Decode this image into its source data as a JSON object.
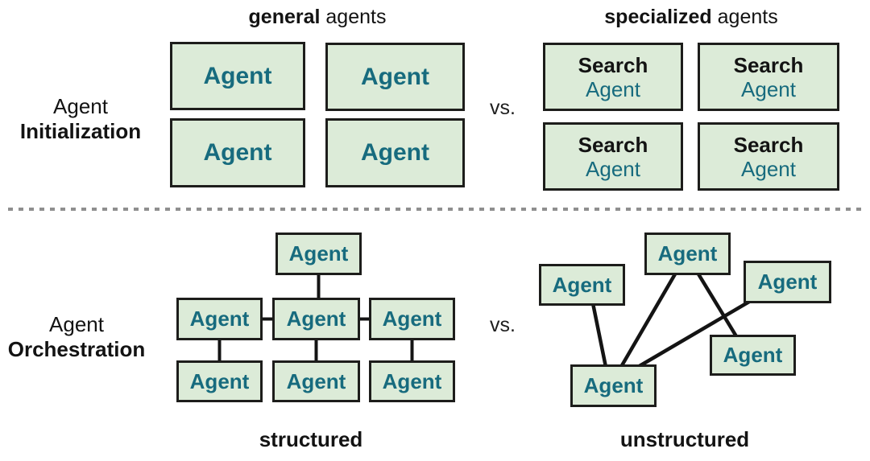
{
  "colors": {
    "box_fill": "#dcebd8",
    "box_border": "#1d1d1b",
    "teal_text": "#176b7e",
    "dark_text": "#131313",
    "divider_gray": "#8f8f8f",
    "edge_black": "#141414"
  },
  "sections": {
    "initialization": {
      "row_label_line1": "Agent",
      "row_label_line2": "Initialization",
      "left_title_bold": "general",
      "left_title_rest": " agents",
      "right_title_bold": "specialized",
      "right_title_rest": " agents",
      "vs": "vs.",
      "general_boxes": [
        "Agent",
        "Agent",
        "Agent",
        "Agent"
      ],
      "specialized_boxes": [
        {
          "line1": "Search",
          "line2": "Agent"
        },
        {
          "line1": "Search",
          "line2": "Agent"
        },
        {
          "line1": "Search",
          "line2": "Agent"
        },
        {
          "line1": "Search",
          "line2": "Agent"
        }
      ]
    },
    "orchestration": {
      "row_label_line1": "Agent",
      "row_label_line2": "Orchestration",
      "vs": "vs.",
      "structured_caption": "structured",
      "unstructured_caption": "unstructured",
      "structured_nodes": [
        "Agent",
        "Agent",
        "Agent",
        "Agent",
        "Agent",
        "Agent",
        "Agent"
      ],
      "structured_edges": [
        [
          "top",
          "mid-center"
        ],
        [
          "mid-left",
          "mid-center"
        ],
        [
          "mid-center",
          "mid-right"
        ],
        [
          "mid-left",
          "bottom-left"
        ],
        [
          "mid-center",
          "bottom-center"
        ],
        [
          "mid-right",
          "bottom-right"
        ]
      ],
      "unstructured_nodes": [
        "Agent",
        "Agent",
        "Agent",
        "Agent",
        "Agent"
      ],
      "unstructured_edges": [
        [
          "node-upper-left",
          "node-bottom-center"
        ],
        [
          "node-top-center",
          "node-bottom-center"
        ],
        [
          "node-top-center",
          "node-mid-right"
        ],
        [
          "node-upper-right",
          "node-bottom-center"
        ]
      ]
    }
  }
}
